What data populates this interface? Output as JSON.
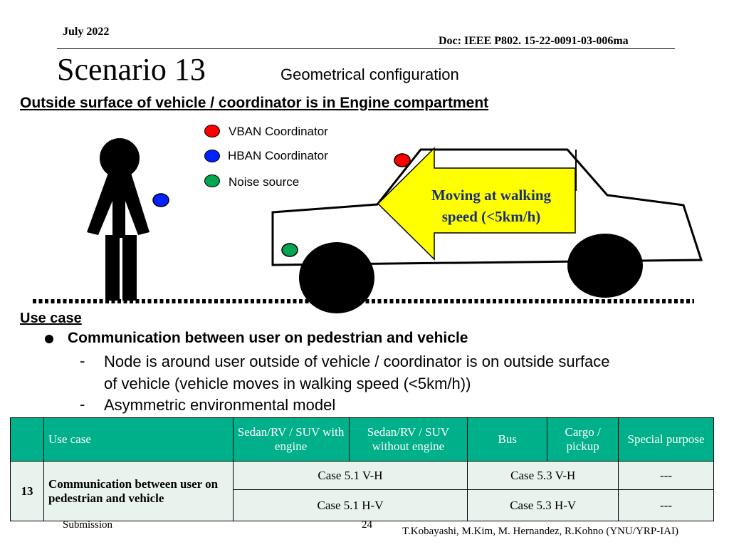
{
  "header": {
    "date": "July 2022",
    "doc": "Doc: IEEE P802. 15-22-0091-03-006ma",
    "title": "Scenario 13",
    "subtitle": "Geometrical configuration"
  },
  "heading": "Outside surface of vehicle / coordinator is in Engine compartment",
  "legend": [
    {
      "label": "VBAN Coordinator",
      "color": "#ff0000"
    },
    {
      "label": "HBAN Coordinator",
      "color": "#0022ff"
    },
    {
      "label": "Noise source",
      "color": "#00a650"
    }
  ],
  "arrow": {
    "line1": "Moving at walking",
    "line2": "speed (<5km/h)",
    "fill": "#ffff00",
    "text_color": "#1a2f7a"
  },
  "use_case": {
    "label": "Use case",
    "bullet": "Communication between user on pedestrian and vehicle",
    "sub1_line1": "Node is around user outside of vehicle / coordinator is on outside surface",
    "sub1_line2": "of vehicle (vehicle moves in walking speed (<5km/h))",
    "sub2": "Asymmetric environmental model"
  },
  "table": {
    "headers": {
      "num": "",
      "use_case": "Use case",
      "sedan_engine": "Sedan/RV / SUV with engine",
      "sedan_no_engine": "Sedan/RV / SUV without engine",
      "bus": "Bus",
      "cargo": "Cargo / pickup",
      "special": "Special purpose"
    },
    "row_num": "13",
    "row_desc": "Communication between user on pedestrian and vehicle",
    "r1": {
      "sedan": "Case 5.1 V-H",
      "bus_cargo": "Case 5.3 V-H",
      "special": "---"
    },
    "r2": {
      "sedan": "Case 5.1 H-V",
      "bus_cargo": "Case 5.3 H-V",
      "special": "---"
    }
  },
  "footer": {
    "submission": "Submission",
    "page": "24",
    "authors": "T.Kobayashi, M.Kim, M. Hernandez, R.Kohno (YNU/YRP-IAI)"
  }
}
